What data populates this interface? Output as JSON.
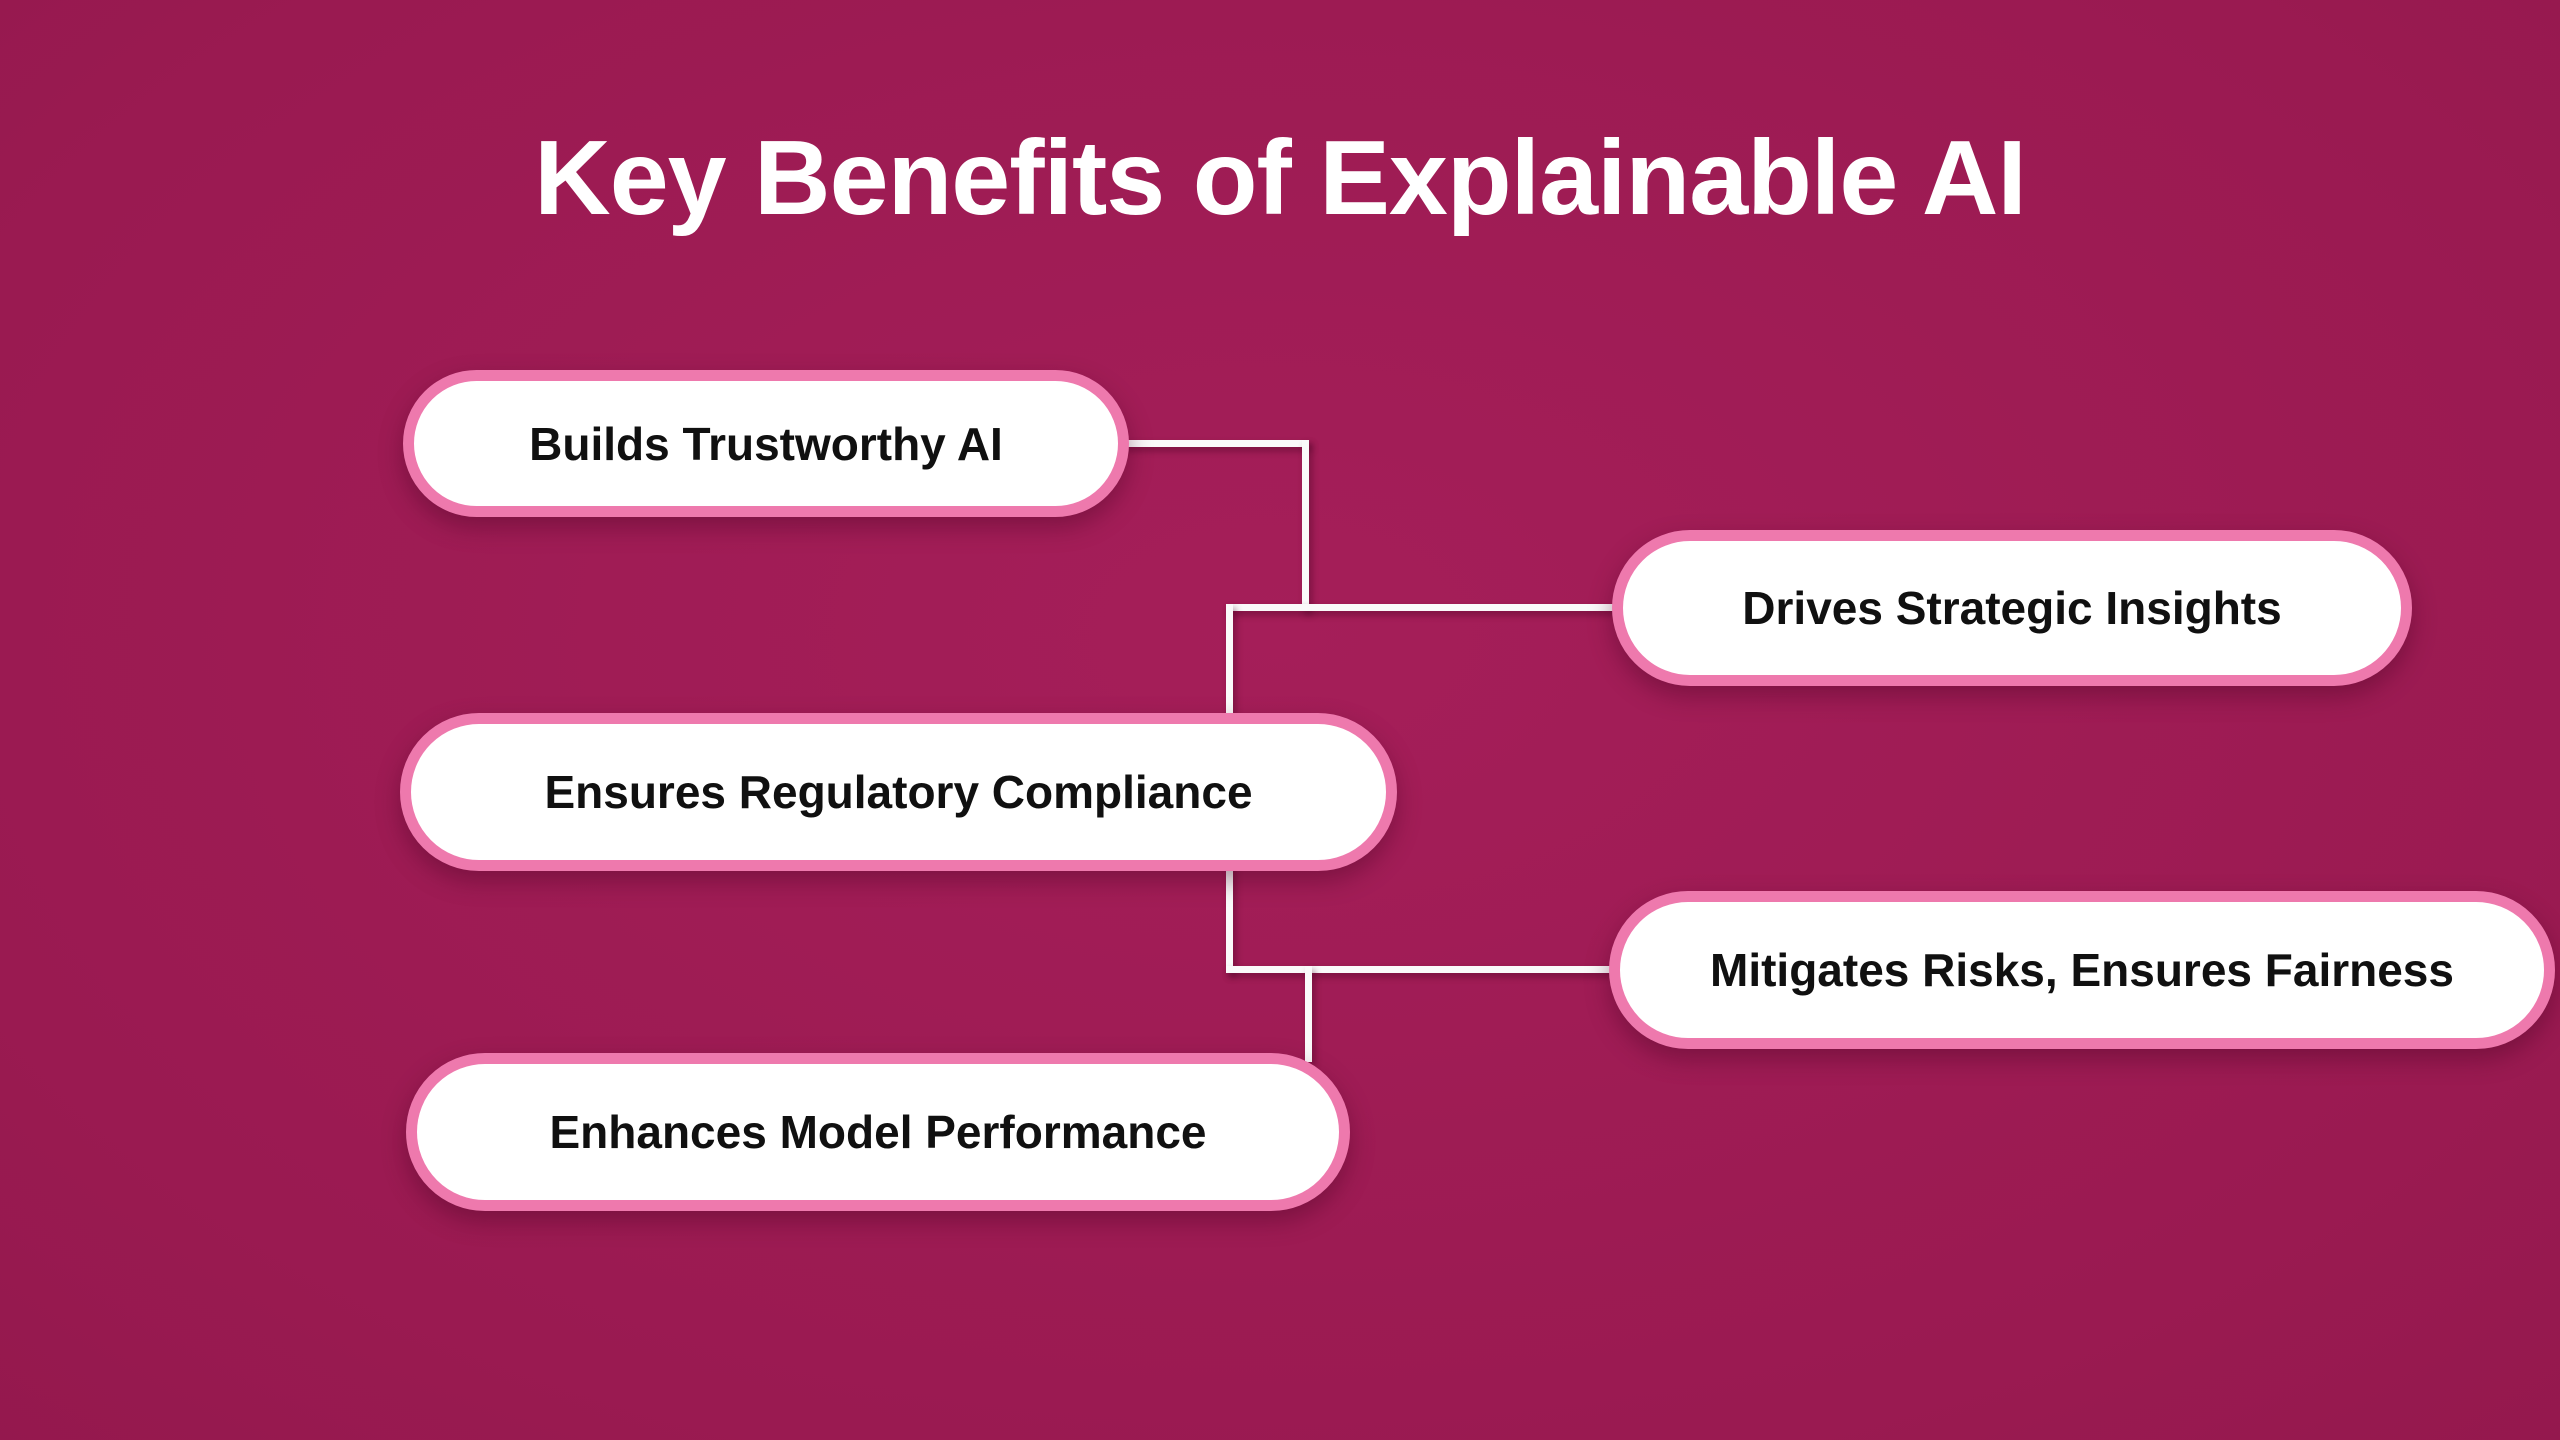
{
  "title": "Key Benefits of Explainable AI",
  "colors": {
    "background-center": "#a51e59",
    "background-mid": "#9a1a51",
    "background-edge": "#821343",
    "pill-bg": "#ffffff",
    "pill-border": "#ee79ad",
    "pill-text": "#101010",
    "title-text": "#ffffff",
    "connector": "#fafafa"
  },
  "nodes": [
    {
      "id": "builds-trustworthy-ai",
      "label": "Builds Trustworthy AI"
    },
    {
      "id": "drives-strategic-insights",
      "label": "Drives Strategic Insights"
    },
    {
      "id": "ensures-regulatory-compliance",
      "label": "Ensures Regulatory Compliance"
    },
    {
      "id": "mitigates-risks-ensures-fairness",
      "label": "Mitigates Risks, Ensures Fairness"
    },
    {
      "id": "enhances-model-performance",
      "label": "Enhances Model Performance"
    }
  ],
  "connections": [
    {
      "from": "builds-trustworthy-ai",
      "to": "drives-strategic-insights"
    },
    {
      "from": "builds-trustworthy-ai",
      "to": "ensures-regulatory-compliance"
    },
    {
      "from": "ensures-regulatory-compliance",
      "to": "mitigates-risks-ensures-fairness"
    },
    {
      "from": "ensures-regulatory-compliance",
      "to": "enhances-model-performance"
    }
  ]
}
